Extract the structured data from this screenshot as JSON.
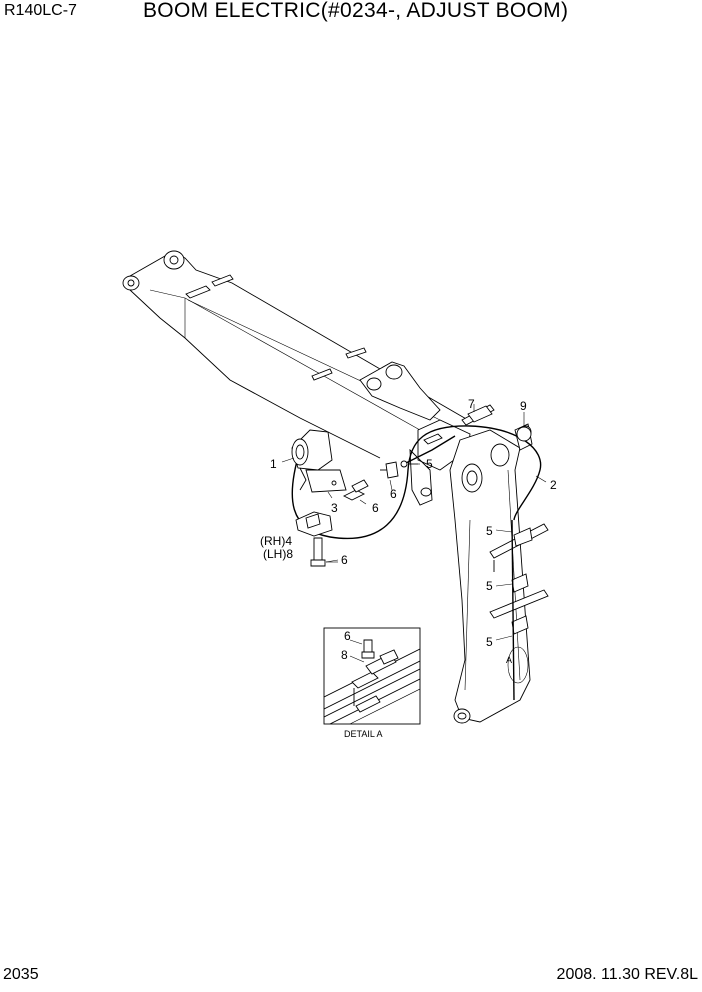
{
  "header": {
    "model": "R140LC-7",
    "title": "BOOM ELECTRIC(#0234-, ADJUST BOOM)"
  },
  "footer": {
    "page_number": "2035",
    "revision": "2008. 11.30  REV.8L"
  },
  "callouts": {
    "c1": "1",
    "c2": "2",
    "c3": "3",
    "c4": "(RH)4",
    "c8": "(LH)8",
    "c5a": "5",
    "c5b": "5",
    "c5c": "5",
    "c5d": "5",
    "c6a": "6",
    "c6b": "6",
    "c6c": "6",
    "c7": "7",
    "c9": "9",
    "detail_ref": "A"
  },
  "detail": {
    "label": "DETAIL  A",
    "c6": "6",
    "c8": "8"
  }
}
